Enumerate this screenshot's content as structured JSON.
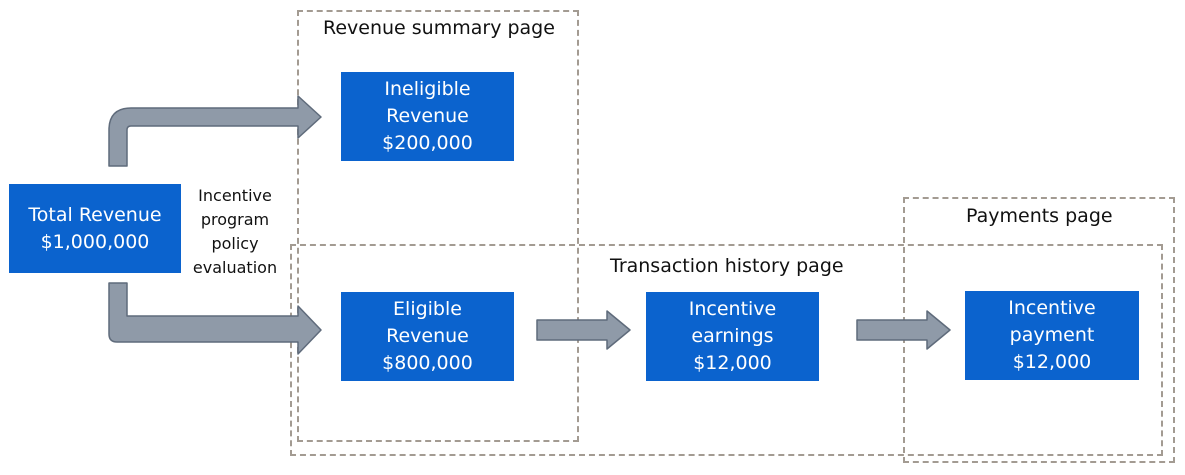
{
  "regions": {
    "revenue_summary": "Revenue summary page",
    "transaction_history": "Transaction history page",
    "payments": "Payments page"
  },
  "nodes": {
    "total_revenue": {
      "line1": "Total Revenue",
      "line2": "$1,000,000"
    },
    "ineligible_revenue": {
      "line1": "Ineligible",
      "line2": "Revenue",
      "line3": "$200,000"
    },
    "eligible_revenue": {
      "line1": "Eligible",
      "line2": "Revenue",
      "line3": "$800,000"
    },
    "incentive_earnings": {
      "line1": "Incentive",
      "line2": "earnings",
      "line3": "$12,000"
    },
    "incentive_payment": {
      "line1": "Incentive",
      "line2": "payment",
      "line3": "$12,000"
    }
  },
  "policy_note": {
    "line1": "Incentive",
    "line2": "program",
    "line3": "policy",
    "line4": "evaluation"
  },
  "colors": {
    "box_fill": "#0b63ce",
    "arrow_fill": "#8f9aa8",
    "arrow_stroke": "#5f6b7b",
    "dash": "#a39b92"
  }
}
